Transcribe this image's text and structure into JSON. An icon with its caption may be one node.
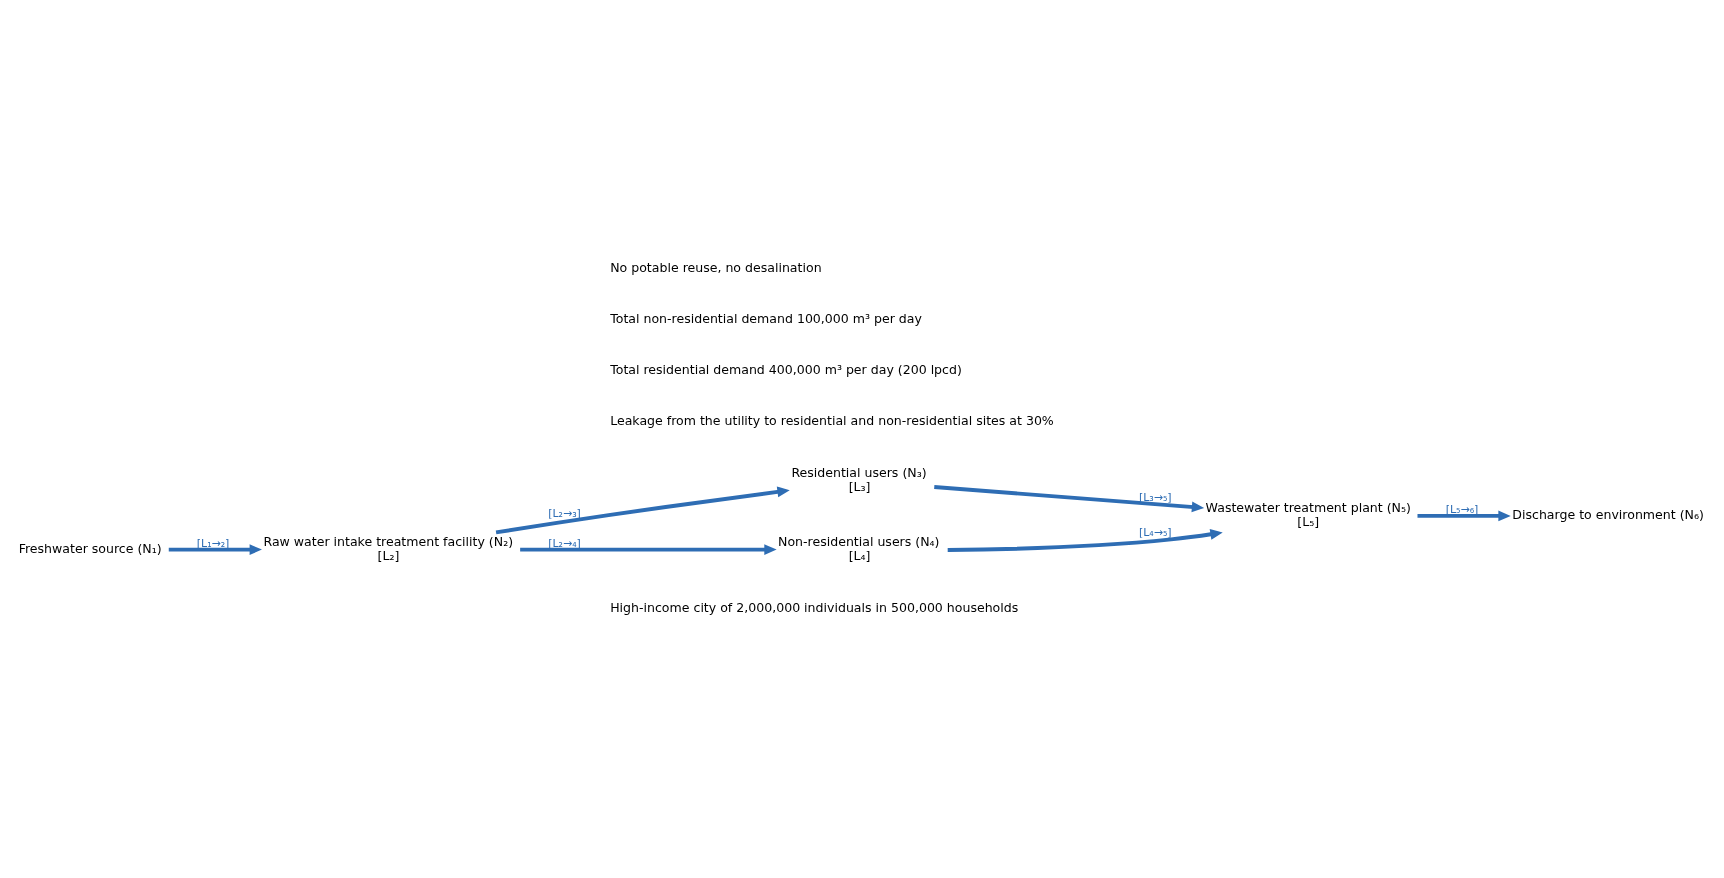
{
  "diagram": {
    "nodes": [
      {
        "text": [
          "Freshwater source (N₁)"
        ]
      },
      {
        "text": [
          "Raw water intake treatment facility (N₂)",
          "[L₂]"
        ]
      },
      {
        "text": [
          "Residential users (N₃)",
          "[L₃]"
        ]
      },
      {
        "text": [
          "Non-residential users (N₄)",
          "[L₄]"
        ]
      },
      {
        "text": [
          "Wastewater treatment plant (N₅)",
          "[L₅]"
        ]
      },
      {
        "text": [
          "Discharge to environment (N₆)"
        ]
      }
    ],
    "edges": [
      {
        "from": 0,
        "to": 1,
        "arrow": "to",
        "label": "[L₁→₂]"
      },
      {
        "from": 1,
        "to": 2,
        "arrow": "to",
        "label": "[L₂→₃]"
      },
      {
        "from": 1,
        "to": 3,
        "arrow": "to",
        "label": "[L₂→₄]"
      },
      {
        "from": 2,
        "to": 4,
        "arrow": "to",
        "label": "[L₃→₅]"
      },
      {
        "from": 3,
        "to": 4,
        "arrow": "to",
        "label": "[L₄→₅]"
      },
      {
        "from": 4,
        "to": 5,
        "arrow": "to",
        "label": "[L₅→₆]"
      }
    ],
    "labels": [
      "High-income city of 2,000,000 individuals in 500,000 households",
      "Leakage from the utility to residential and non-residential sites at 30%",
      "Total residential demand 400,000 m³ per day (200 lpcd)",
      "Total non-residential demand 100,000 m³ per day",
      "No potable reuse, no desalination"
    ]
  }
}
